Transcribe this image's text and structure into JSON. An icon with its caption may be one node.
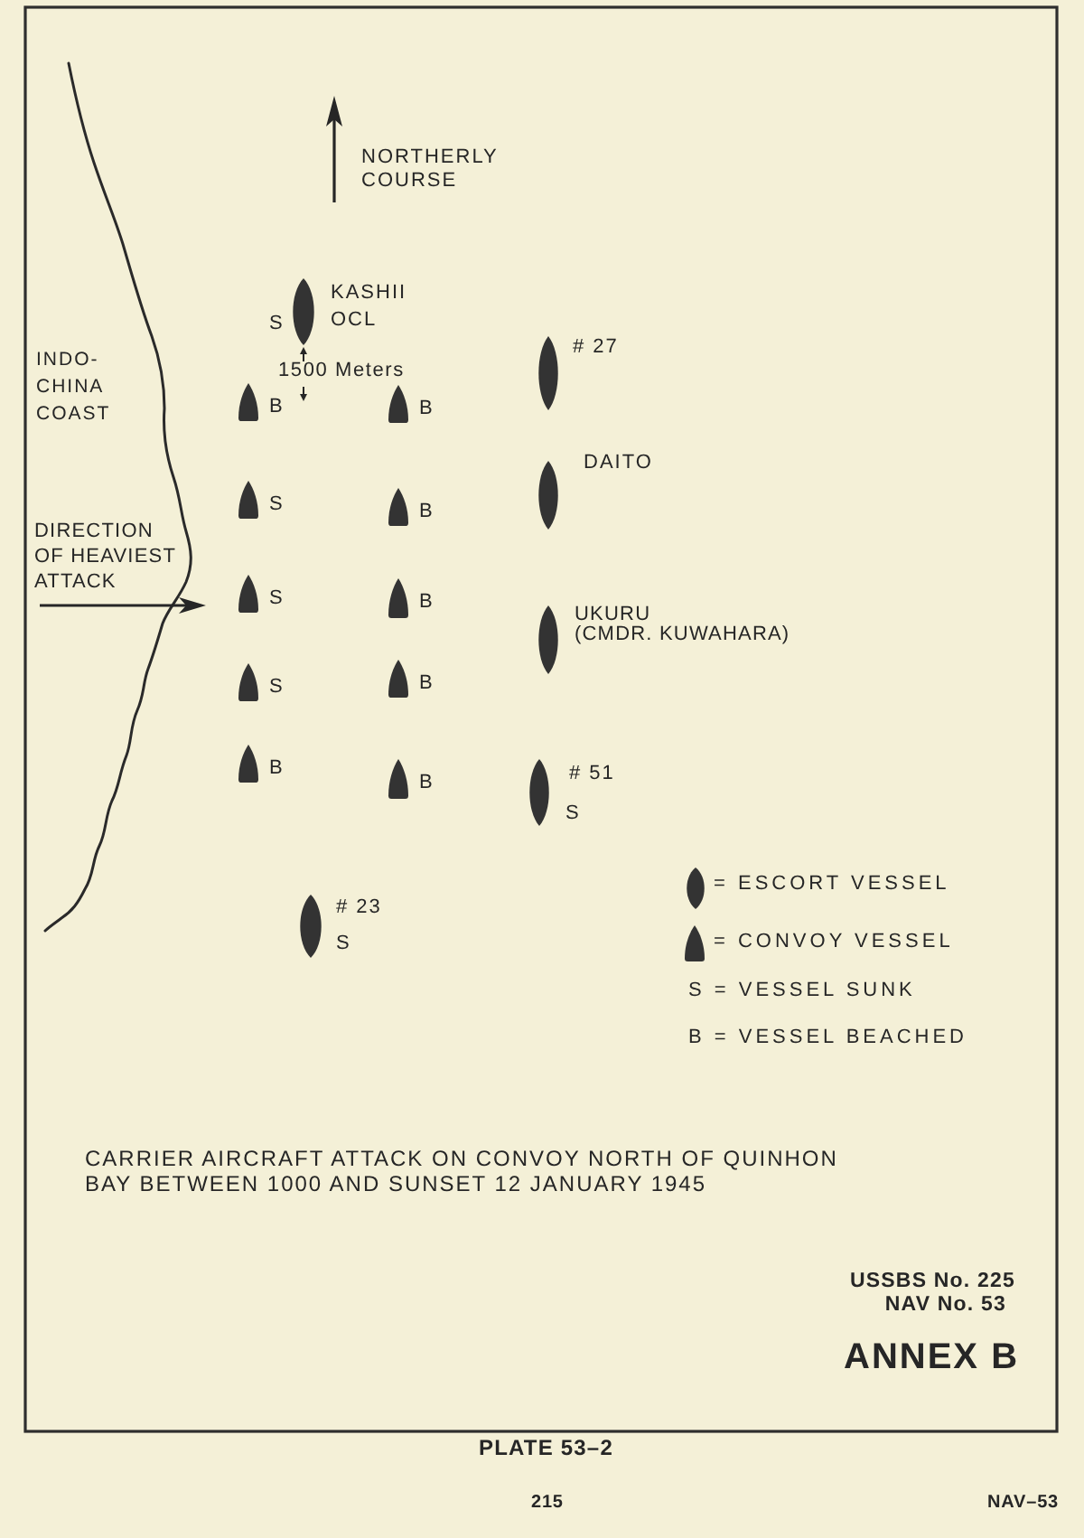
{
  "diagram": {
    "title": "CARRIER AIRCRAFT ATTACK ON CONVOY NORTH OF QUINHON BAY BETWEEN 1000 AND SUNSET 12 JANUARY 1945",
    "caption": "PLATE 53–2",
    "nodes": [
      {
        "text": [],
        "shape": "ellipse",
        "beside": [
          "S",
          "KASHII OCL"
        ]
      },
      {
        "text": [],
        "shape": "ellipse",
        "beside": [
          "# 27"
        ]
      },
      {
        "text": [],
        "shape": "bullet",
        "beside": [
          "B"
        ]
      },
      {
        "text": [],
        "shape": "bullet",
        "beside": [
          "B"
        ]
      },
      {
        "text": [],
        "shape": "ellipse",
        "beside": [
          "DAITO"
        ]
      },
      {
        "text": [],
        "shape": "bullet",
        "beside": [
          "S"
        ]
      },
      {
        "text": [],
        "shape": "bullet",
        "beside": [
          "B"
        ]
      },
      {
        "text": [],
        "shape": "bullet",
        "beside": [
          "S"
        ]
      },
      {
        "text": [],
        "shape": "bullet",
        "beside": [
          "B"
        ]
      },
      {
        "text": [],
        "shape": "ellipse",
        "beside": [
          "UKURU (CMDR. KUWAHARA)"
        ]
      },
      {
        "text": [],
        "shape": "bullet",
        "beside": [
          "S"
        ]
      },
      {
        "text": [],
        "shape": "bullet",
        "beside": [
          "B"
        ]
      },
      {
        "text": [],
        "shape": "bullet",
        "beside": [
          "B"
        ]
      },
      {
        "text": [],
        "shape": "bullet",
        "beside": [
          "B"
        ]
      },
      {
        "text": [],
        "shape": "ellipse",
        "beside": [
          "# 51",
          "S"
        ]
      },
      {
        "text": [],
        "shape": "ellipse",
        "beside": [
          "# 23",
          "S"
        ]
      }
    ],
    "labels": [
      "NORTHERLY COURSE",
      "INDO-CHINA COAST",
      "1500 Meters",
      "DIRECTION OF HEAVIEST ATTACK",
      "USSBS No. 225",
      "NAV No. 53",
      "ANNEX B",
      "215",
      "NAV–53"
    ],
    "legend": [
      {
        "text": "= ESCORT VESSEL"
      },
      {
        "text": "= CONVOY VESSEL"
      },
      {
        "text": "S = VESSEL SUNK"
      },
      {
        "text": "B = VESSEL BEACHED"
      }
    ]
  }
}
